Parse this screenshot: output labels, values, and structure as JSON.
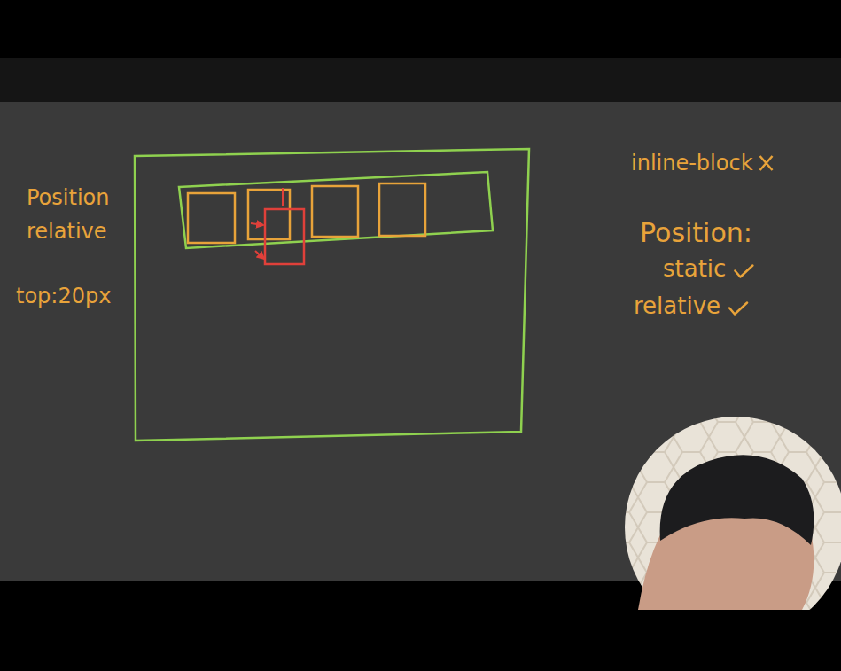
{
  "diagram": {
    "labels": [
      "Position relative",
      "top:20px",
      "inline-block",
      "Position:",
      "static",
      "relative"
    ]
  }
}
